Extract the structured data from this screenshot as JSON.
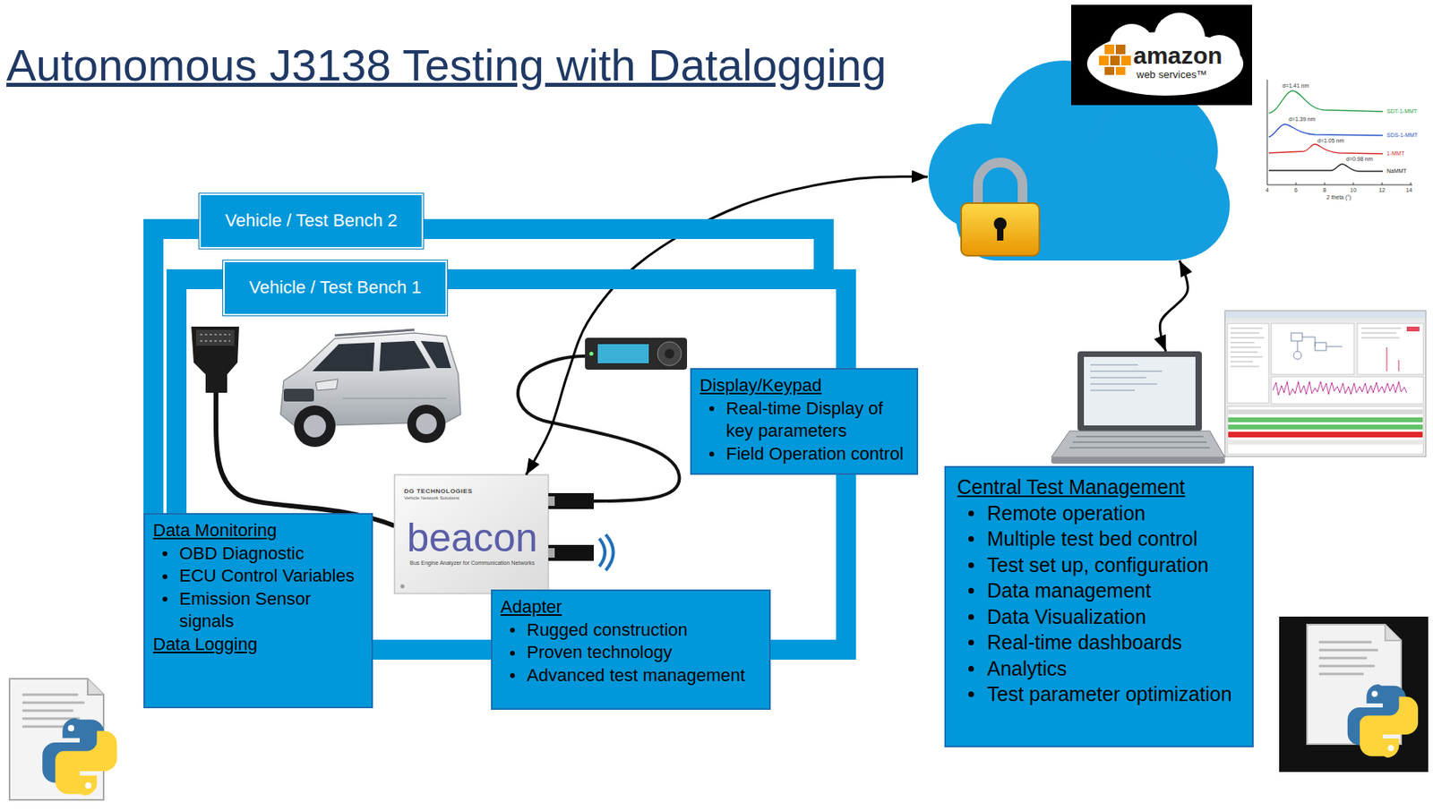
{
  "diagram": {
    "title": "Autonomous J3138 Testing with Datalogging",
    "nodes": [
      {
        "text": [
          "Vehicle / Test Bench 2"
        ]
      },
      {
        "text": [
          "Vehicle / Test Bench 1"
        ]
      },
      {
        "text": [
          "Data Monitoring",
          "OBD Diagnostic",
          "ECU Control Variables",
          "Emission Sensor signals",
          "Data Logging"
        ],
        "in": 1
      },
      {
        "text": [
          "DG TECHNOLOGIES",
          "Vehicle Network Solutions",
          "beacon",
          "Bus Engine Analyzer for Communication Networks"
        ],
        "in": 1
      },
      {
        "text": [
          "Adapter",
          "Rugged construction",
          "Proven technology",
          "Advanced test management"
        ],
        "in": 1
      },
      {
        "text": [
          "Display/Keypad",
          "Real-time Display of key parameters",
          "Field Operation control"
        ],
        "in": 1
      },
      {
        "text": [
          "amazon",
          "web services™"
        ]
      },
      {
        "text": [
          "Central Test Management",
          "Remote operation",
          "Multiple test bed control",
          "Test set up, configuration",
          "Data management",
          "Data Visualization",
          "Real-time dashboards",
          "Analytics",
          "Test parameter optimization"
        ]
      }
    ],
    "edges": [
      {
        "from": 3,
        "to": 6,
        "arrow": "both"
      },
      {
        "from": 6,
        "to": 7,
        "arrow": "both"
      }
    ],
    "labels": [
      "d=1.41 nm",
      "d=1.39 nm",
      "d=1.05 nm",
      "d=0.98 nm",
      "SDT-1-MMT",
      "SDS-1-MMT",
      "1-MMT",
      "NaMMT",
      "4",
      "6",
      "8",
      "10",
      "12",
      "14",
      "2 theta (°)"
    ]
  }
}
